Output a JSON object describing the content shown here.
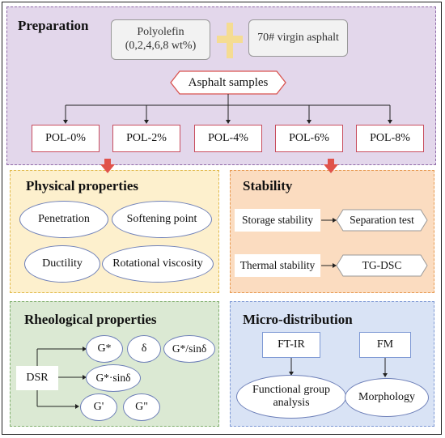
{
  "preparation": {
    "title": "Preparation",
    "polyolefin": "Polyolefin\n(0,2,4,6,8 wt%)",
    "asphalt": "70# virgin asphalt",
    "samples": "Asphalt samples",
    "groups": [
      "POL-0%",
      "POL-2%",
      "POL-4%",
      "POL-6%",
      "POL-8%"
    ]
  },
  "physical": {
    "title": "Physical properties",
    "items": [
      "Penetration",
      "Softening point",
      "Ductility",
      "Rotational viscosity"
    ]
  },
  "stability": {
    "title": "Stability",
    "storage": "Storage stability",
    "separation": "Separation test",
    "thermal": "Thermal stability",
    "tgdsc": "TG-DSC"
  },
  "rheological": {
    "title": "Rheological properties",
    "dsr": "DSR",
    "gstar": "G*",
    "delta": "δ",
    "gstar_div_sin": "G*/sinδ",
    "gstar_sin": "G*·sinδ",
    "gprime": "G'",
    "gdprime": "G\""
  },
  "micro": {
    "title": "Micro-distribution",
    "ftir": "FT-IR",
    "fm": "FM",
    "functional": "Functional group\nanalysis",
    "morphology": "Morphology"
  },
  "colors": {
    "preparation_bg": "#e3d7eb",
    "preparation_border": "#8f6aa8",
    "physical_bg": "#fdf0cd",
    "physical_border": "#e0b94a",
    "stability_bg": "#fbdcc0",
    "stability_border": "#e79a52",
    "rheological_bg": "#dbe9d3",
    "rheological_border": "#7fae6c",
    "micro_bg": "#d9e3f5",
    "micro_border": "#7d98d4",
    "plus": "#f5dc92",
    "down_arrow": "#e0524b"
  }
}
